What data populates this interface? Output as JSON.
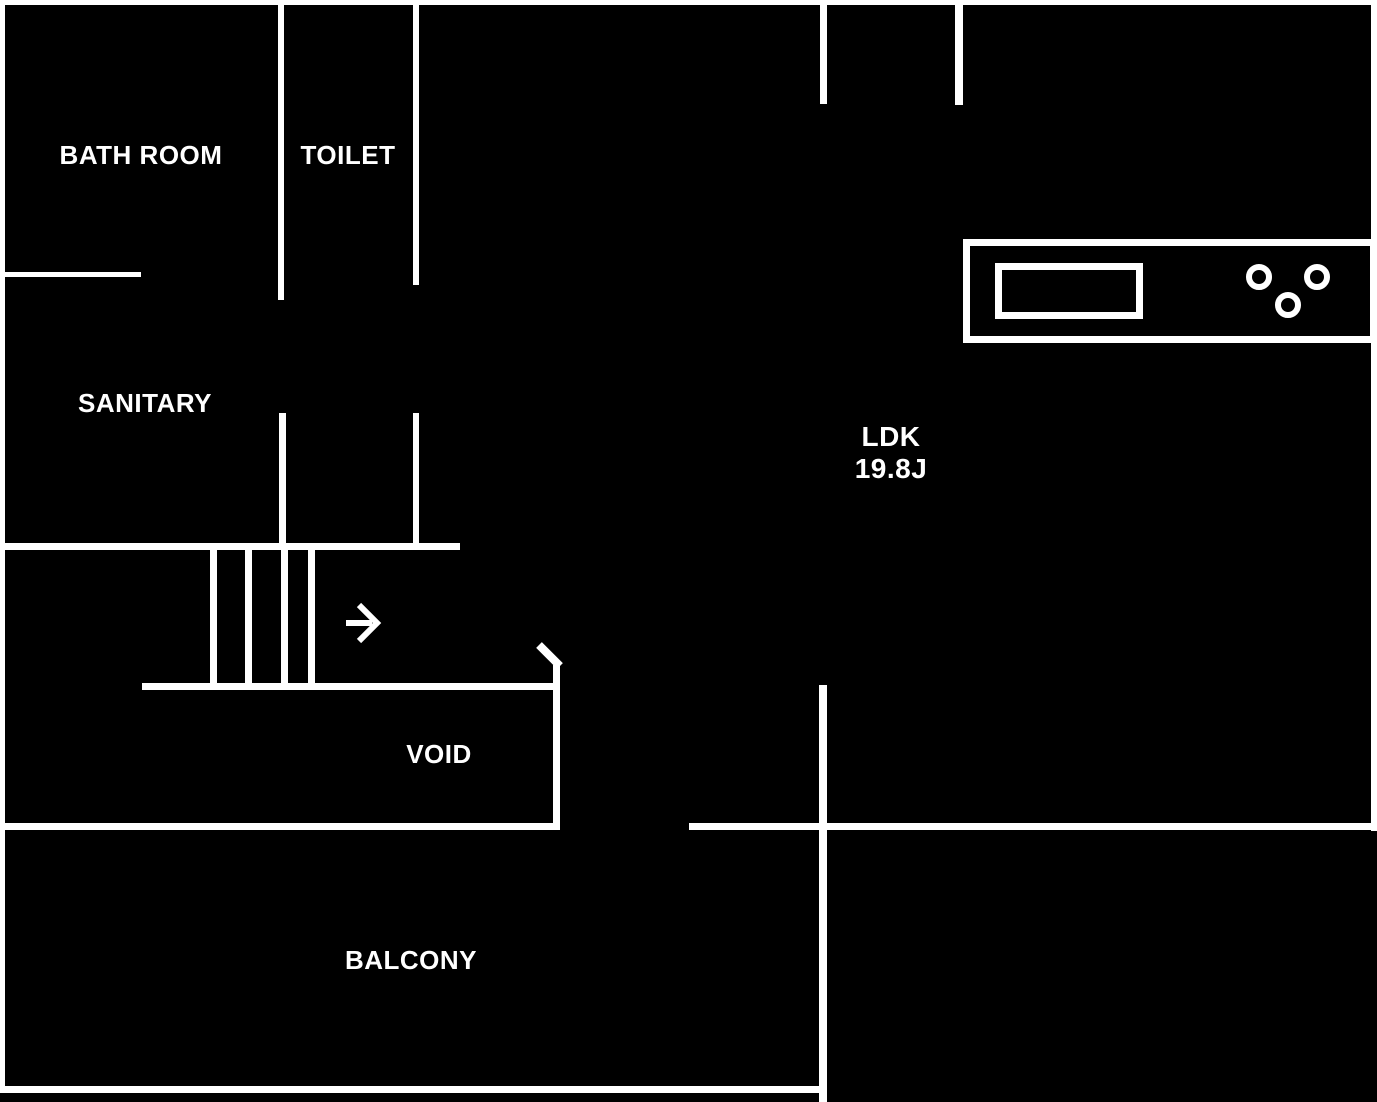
{
  "palette": {
    "background": "#000000",
    "line": "#ffffff",
    "text": "#ffffff"
  },
  "rooms": {
    "bath_room": {
      "label": "BATH ROOM"
    },
    "toilet": {
      "label": "TOILET"
    },
    "sanitary": {
      "label": "SANITARY"
    },
    "ldk": {
      "label": "LDK",
      "area": "19.8J"
    },
    "void": {
      "label": "VOID"
    },
    "balcony": {
      "label": "BALCONY"
    }
  },
  "icons": {
    "stairs_direction_arrow": "right-arrow",
    "door_swing": "diagonal-line"
  }
}
